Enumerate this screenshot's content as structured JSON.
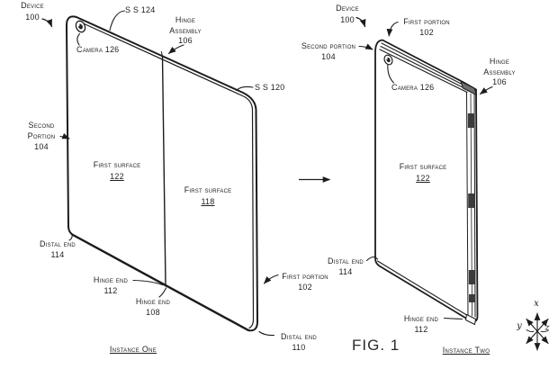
{
  "figure_label": "FIG. 1",
  "instance_one": {
    "caption": "Instance One",
    "labels": {
      "device": [
        "Device",
        "100"
      ],
      "second_surface_124": [
        "S S 124"
      ],
      "hinge_assembly": [
        "Hinge",
        "Assembly",
        "106"
      ],
      "camera": [
        "Camera 126"
      ],
      "second_surface_120": [
        "S S 120"
      ],
      "second_portion": [
        "Second",
        "Portion",
        "104"
      ],
      "first_surface_122": [
        "First surface",
        "122"
      ],
      "first_surface_118": [
        "First surface",
        "118"
      ],
      "distal_end_114": [
        "Distal end",
        "114"
      ],
      "hinge_end_112": [
        "Hinge end",
        "112"
      ],
      "hinge_end_108": [
        "Hinge end",
        "108"
      ],
      "first_portion": [
        "First portion",
        "102"
      ],
      "distal_end_110": [
        "Distal end",
        "110"
      ]
    }
  },
  "instance_two": {
    "caption": "Instance Two",
    "labels": {
      "device": [
        "Device",
        "100"
      ],
      "first_portion": [
        "First portion",
        "102"
      ],
      "second_portion": [
        "Second portion",
        "104"
      ],
      "camera": [
        "Camera 126"
      ],
      "hinge_assembly": [
        "Hinge",
        "Assembly",
        "106"
      ],
      "first_surface_122": [
        "First surface",
        "122"
      ],
      "distal_end_114": [
        "Distal end",
        "114"
      ],
      "hinge_end_112": [
        "Hinge end",
        "112"
      ]
    }
  },
  "axes": {
    "x_label": "x",
    "y_label": "y",
    "z_label": "z"
  },
  "colors": {
    "line_color": "#1c1c1c",
    "text_color": "#1f1f1f",
    "background": "#ffffff"
  }
}
